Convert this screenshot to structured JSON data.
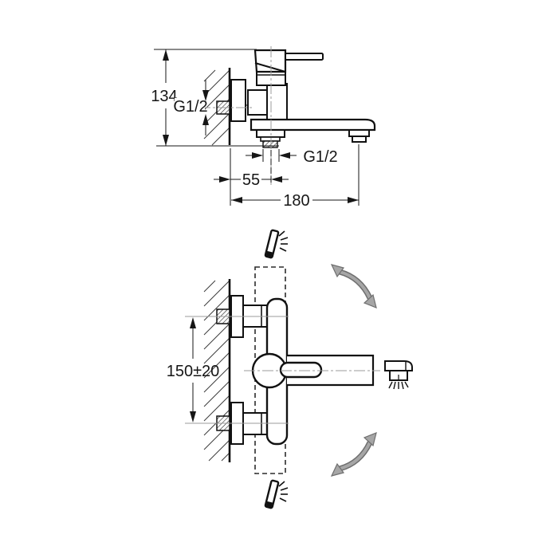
{
  "drawing": {
    "background": "#ffffff",
    "line_color": "#141414",
    "centerline_color": "#9b9b9b",
    "swivel_arrow_fill": "#a6a6a6",
    "swivel_arrow_outline": "#6f6f6f",
    "labels": {
      "height": "134",
      "wall_thread": "G1/2",
      "outlet_thread": "G1/2",
      "outlet_offset": "55",
      "spout_reach": "180",
      "inlet_spacing": "150±20"
    }
  }
}
